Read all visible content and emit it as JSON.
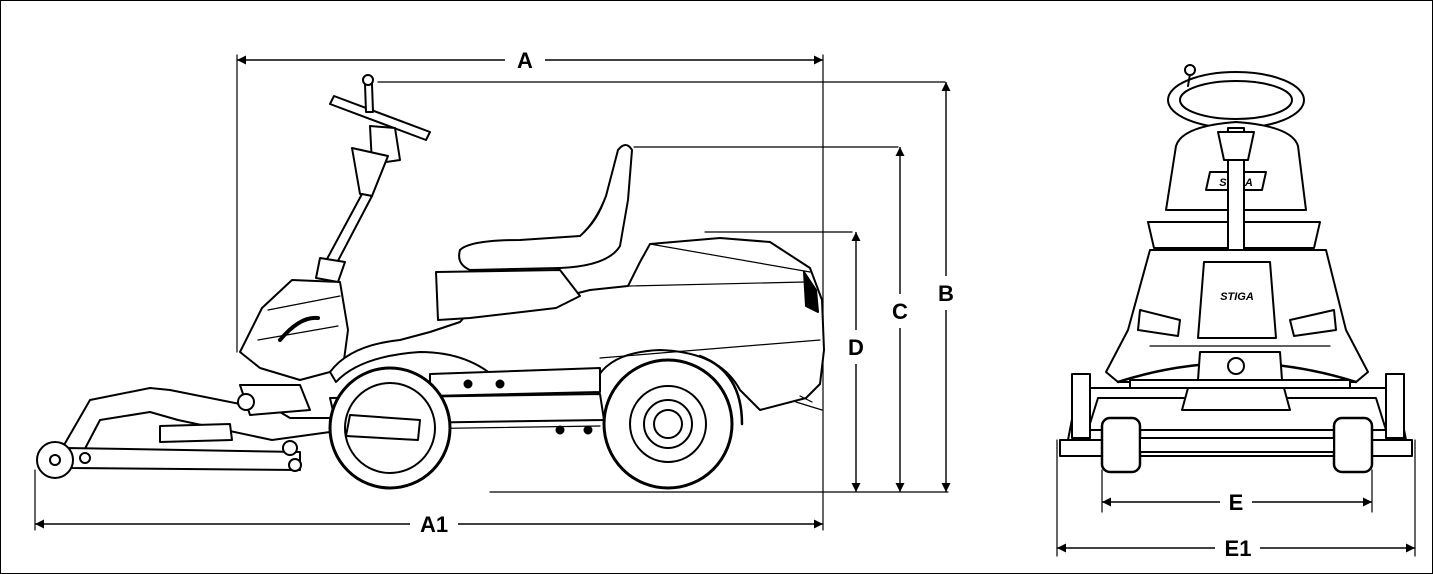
{
  "figure": {
    "side_view": {
      "labels": {
        "A": "A",
        "A1": "A1",
        "B": "B",
        "C": "C",
        "D": "D"
      }
    },
    "front_view": {
      "labels": {
        "E": "E",
        "E1": "E1"
      },
      "brand_seat": "STIGA",
      "brand_body": "STIGA"
    }
  }
}
